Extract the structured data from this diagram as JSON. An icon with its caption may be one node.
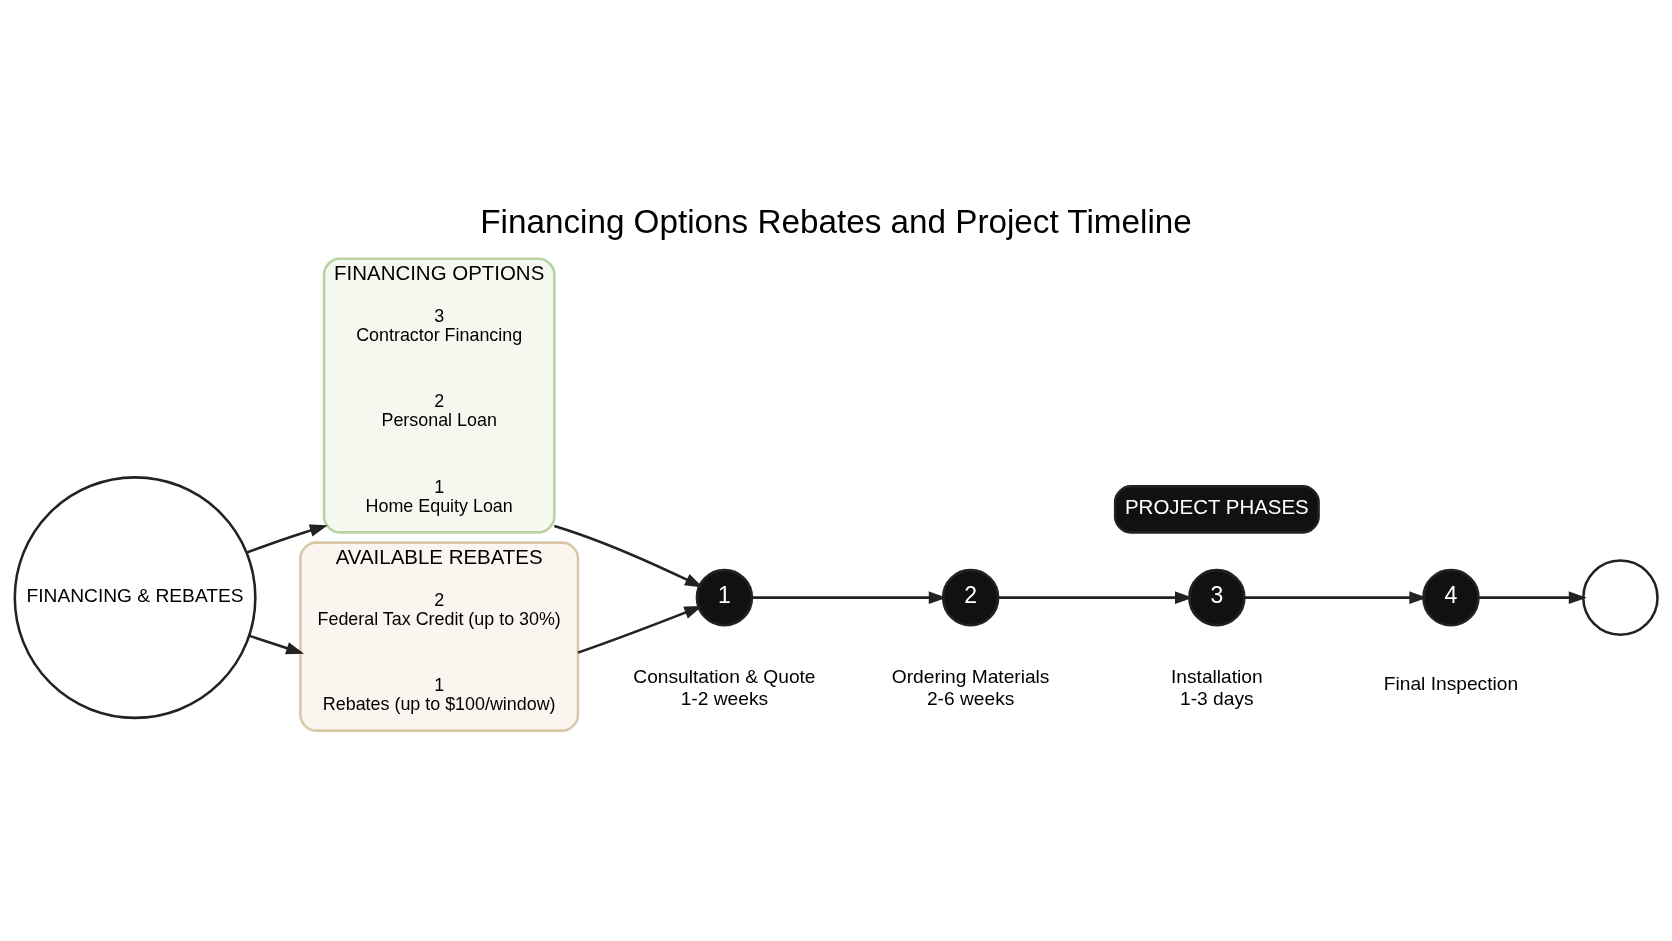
{
  "diagram": {
    "title": "Financing Options Rebates and Project Timeline",
    "nodes": [
      {
        "text": [
          "FINANCING & REBATES"
        ]
      },
      {
        "text": [
          "FINANCING OPTIONS"
        ]
      },
      {
        "text": [
          "1",
          "Home Equity Loan"
        ],
        "in": 1
      },
      {
        "text": [
          "2",
          "Personal Loan"
        ],
        "in": 1
      },
      {
        "text": [
          "3",
          "Contractor Financing"
        ],
        "in": 1
      },
      {
        "text": [
          "AVAILABLE REBATES"
        ]
      },
      {
        "text": [
          "1",
          "Rebates (up to $100/window)"
        ],
        "in": 5
      },
      {
        "text": [
          "2",
          "Federal Tax Credit (up to 30%)"
        ],
        "in": 5
      },
      {
        "text": [
          "1"
        ],
        "beside": [
          "Consultation & Quote",
          "1-2 weeks"
        ]
      },
      {
        "text": [
          "2"
        ],
        "beside": [
          "Ordering Materials",
          "2-6 weeks"
        ]
      },
      {
        "text": [
          "3"
        ],
        "beside": [
          "Installation",
          "1-3 days"
        ]
      },
      {
        "text": [
          "4"
        ],
        "beside": [
          "Final Inspection"
        ]
      },
      {
        "text": [],
        "shape": "circle"
      }
    ],
    "edges": [
      {
        "from": 0,
        "to": 1,
        "arrow": "to"
      },
      {
        "from": 0,
        "to": 5,
        "arrow": "to"
      },
      {
        "from": 1,
        "to": 8,
        "arrow": "to"
      },
      {
        "from": 5,
        "to": 8,
        "arrow": "to"
      },
      {
        "from": 8,
        "to": 9,
        "arrow": "to"
      },
      {
        "from": 9,
        "to": 10,
        "arrow": "to"
      },
      {
        "from": 10,
        "to": 11,
        "arrow": "to"
      },
      {
        "from": 11,
        "to": 12,
        "arrow": "to"
      }
    ],
    "labels": [
      "PROJECT PHASES"
    ]
  }
}
